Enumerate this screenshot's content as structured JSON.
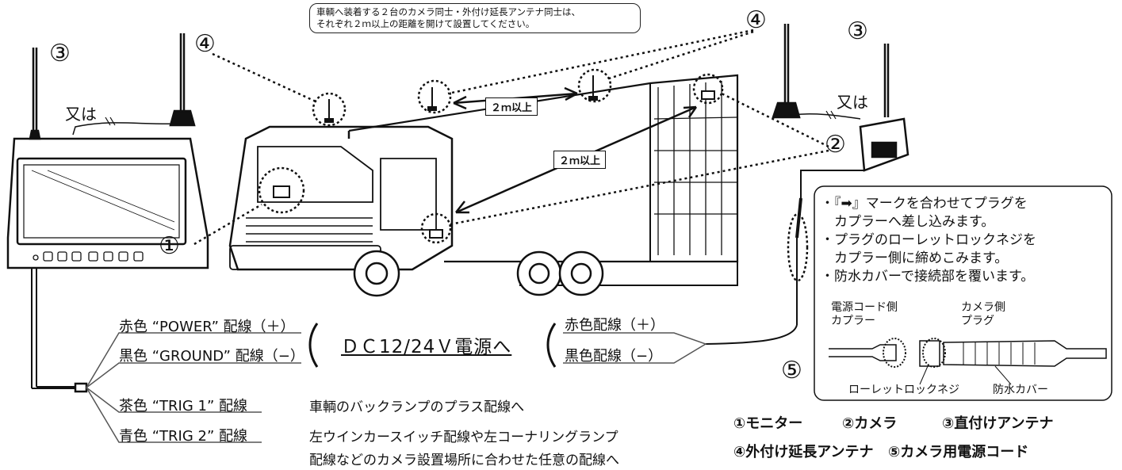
{
  "note": {
    "line1": "車輌へ装着する２台のカメラ同士・外付け延長アンテナ同士は、",
    "line2": "それぞれ２ｍ以上の距離を開けて設置してください。"
  },
  "markers": {
    "n1": "①",
    "n2": "②",
    "n3_left": "③",
    "n3_right": "③",
    "n4_left": "④",
    "n4_right": "④",
    "n5": "⑤"
  },
  "or_left": "又は",
  "or_right": "又は",
  "distance": {
    "top": "２ｍ以上",
    "mid": "２ｍ以上"
  },
  "wiring": {
    "red_power": "赤色 “POWER” 配線（＋）",
    "black_ground": "黒色 “GROUND” 配線（−）",
    "dc_label": "ＤＣ12/24Ｖ電源へ",
    "red_right": "赤色配線（＋）",
    "black_right": "黒色配線（−）",
    "brown_trig1": "茶色 “TRIG 1” 配線",
    "blue_trig2": "青色 “TRIG 2” 配線",
    "trig1_dest": "車輌のバックランプのプラス配線へ",
    "trig2_dest_line1": "左ウインカースイッチ配線や左コーナリングランプ",
    "trig2_dest_line2": "配線などのカメラ設置場所に合わせた任意の配線へ"
  },
  "connection_tips": {
    "tip1_line1": "・『➡』マークを合わせてプラグを",
    "tip1_line2": "　カプラーへ差し込みます。",
    "tip2_line1": "・プラグのローレットロックネジを",
    "tip2_line2": "　カプラー側に締めこみます。",
    "tip3": "・防水カバーで接続部を覆います。",
    "coupler_line1": "電源コード側",
    "coupler_line2": "カプラー",
    "plug_line1": "カメラ側",
    "plug_line2": "プラグ",
    "knurl_screw": "ローレットロックネジ",
    "waterproof_cover": "防水カバー"
  },
  "legend": {
    "line1_a": "①モニター",
    "line1_b": "②カメラ",
    "line1_c": "③直付けアンテナ",
    "line2_a": "④外付け延長アンテナ",
    "line2_b": "⑤カメラ用電源コード"
  }
}
